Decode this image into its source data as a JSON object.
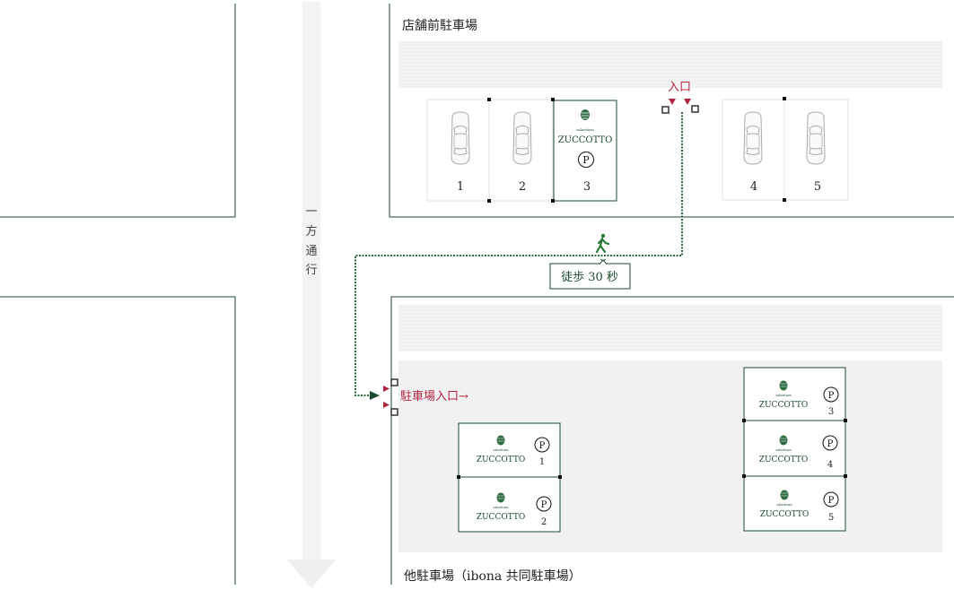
{
  "map": {
    "one_way_label": [
      "一",
      "方",
      "通",
      "行"
    ],
    "front_lot": {
      "title": "店舗前駐車場",
      "entrance_label": "入口",
      "spaces": [
        {
          "number": "1",
          "type": "car"
        },
        {
          "number": "2",
          "type": "car"
        },
        {
          "number": "3",
          "type": "zuccotto"
        },
        {
          "number": "4",
          "type": "car"
        },
        {
          "number": "5",
          "type": "car"
        }
      ]
    },
    "walk": {
      "label": "徒歩 30 秒"
    },
    "other_lot": {
      "title": "他駐車場（ibona 共同駐車場）",
      "entrance_label": "駐車場入口→",
      "spaces": [
        {
          "number": "1"
        },
        {
          "number": "2"
        },
        {
          "number": "3"
        },
        {
          "number": "4"
        },
        {
          "number": "5"
        }
      ]
    },
    "brand": {
      "small_text": "salaritara",
      "name": "ZUCCOTTO",
      "parking_symbol": "P"
    },
    "colors": {
      "accent_green": "#1f5b34",
      "dark_green": "#1c4a2c",
      "entrance_red": "#b02440",
      "road_gray": "#f3f3f3",
      "lot_gray": "#f1f1f1",
      "line_gray": "#e2e2e2"
    },
    "icons": {
      "walk": "walking-person-icon",
      "car": "car-top-view-icon",
      "parking": "parking-circle-icon",
      "brand": "brand-logo-icon"
    }
  }
}
